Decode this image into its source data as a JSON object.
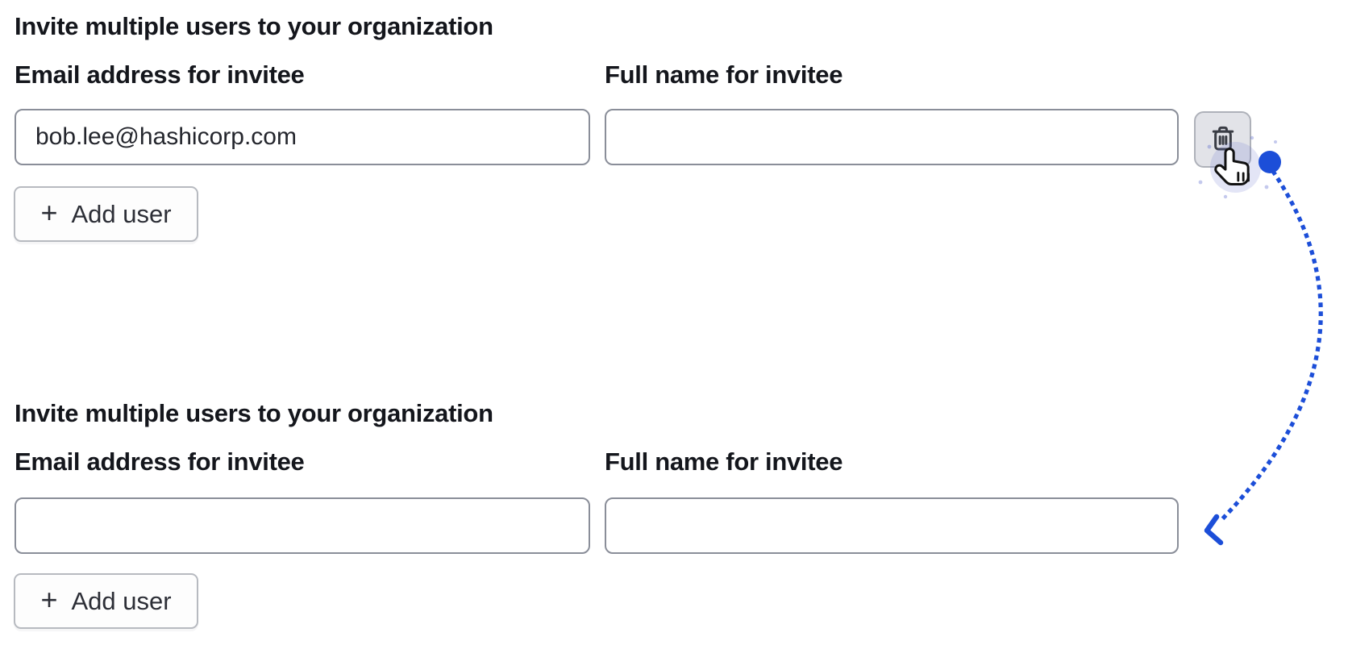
{
  "colors": {
    "accent_blue": "#1c4ed8",
    "halo": "#d9dcf3",
    "input_border": "#8a8e99",
    "button_border": "#b7bac0",
    "button_bg": "#fdfdfd",
    "icon_button_bg": "#e2e3e8",
    "icon_button_border": "#aeb1b9",
    "text_strong": "#14161c",
    "text_body": "#24262d"
  },
  "icons": {
    "plus": "+",
    "trash": "trash-icon",
    "cursor": "hand-pointer-cursor",
    "click_dot": "click-indicator-dot",
    "arrow": "dotted-flow-arrow"
  },
  "sections": [
    {
      "heading": "Invite multiple users to your organization",
      "email_label": "Email address for invitee",
      "name_label": "Full name for invitee",
      "email_value": "bob.lee@hashicorp.com",
      "name_value": "",
      "add_user_label": "Add user"
    },
    {
      "heading": "Invite multiple users to your organization",
      "email_label": "Email address for invitee",
      "name_label": "Full name for invitee",
      "email_value": "",
      "name_value": "",
      "add_user_label": "Add user"
    }
  ]
}
